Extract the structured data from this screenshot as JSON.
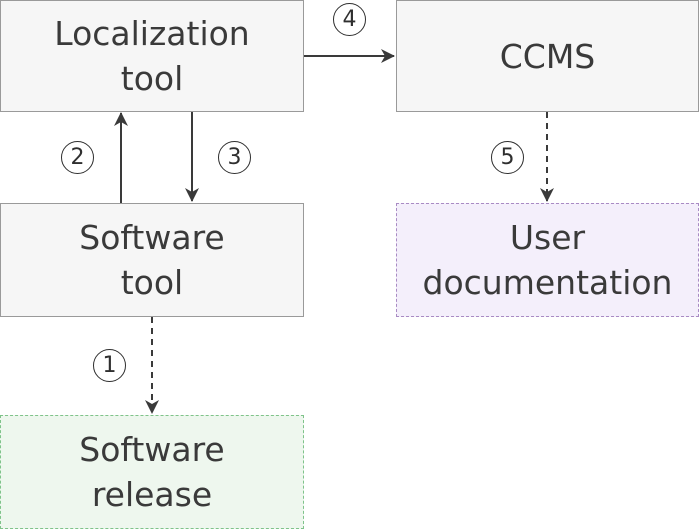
{
  "nodes": {
    "localization_tool": {
      "label": "Localization\ntool"
    },
    "ccms": {
      "label": "CCMS"
    },
    "software_tool": {
      "label": "Software\ntool"
    },
    "user_documentation": {
      "label": "User\ndocumentation"
    },
    "software_release": {
      "label": "Software\nrelease"
    }
  },
  "edges": [
    {
      "step": "1",
      "from": "Software tool",
      "to": "Software release",
      "style": "dashed"
    },
    {
      "step": "2",
      "from": "Software tool",
      "to": "Localization tool",
      "style": "solid"
    },
    {
      "step": "3",
      "from": "Localization tool",
      "to": "Software tool",
      "style": "solid"
    },
    {
      "step": "4",
      "from": "Localization tool",
      "to": "CCMS",
      "style": "solid"
    },
    {
      "step": "5",
      "from": "CCMS",
      "to": "User documentation",
      "style": "dashed"
    }
  ],
  "colors": {
    "box_fill": "#f6f6f6",
    "box_border": "#9a9a9a",
    "documentation_fill": "#f4effb",
    "documentation_border": "#a98bc4",
    "release_fill": "#eef7ee",
    "release_border": "#7fc38a",
    "arrow": "#3a3a3a"
  }
}
